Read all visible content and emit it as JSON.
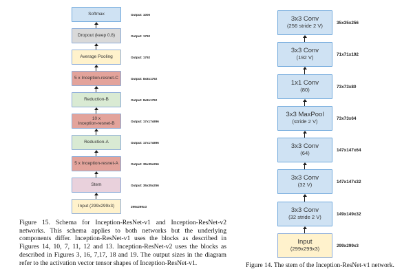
{
  "colors": {
    "blue": {
      "fill": "#CFE2F3",
      "border": "#6FA8DC"
    },
    "gray": {
      "fill": "#D9D9D9",
      "border": "#8CACD8"
    },
    "yellow": {
      "fill": "#FFF2CC",
      "border": "#8CACD8"
    },
    "pink": {
      "fill": "#E3A39B",
      "border": "#8CACD8"
    },
    "green": {
      "fill": "#D9EAD3",
      "border": "#8CACD8"
    },
    "lavender": {
      "fill": "#E9D1DC",
      "border": "#8CACD8"
    }
  },
  "figure15": {
    "blocks": [
      {
        "label": "Softmax",
        "output": "Output: 1000",
        "color": "blue"
      },
      {
        "label": "Dropout (keep 0.8)",
        "output": "Output: 1792",
        "color": "gray"
      },
      {
        "label": "Average Pooling",
        "output": "Output: 1792",
        "color": "yellow"
      },
      {
        "label": "5 x Inception-resnet-C",
        "output": "Output: 8x8x1792",
        "color": "pink"
      },
      {
        "label": "Reduction-B",
        "output": "Output: 8x8x1792",
        "color": "green"
      },
      {
        "label": "10 x\nInception-resnet-B",
        "output": "Output: 17x17x896",
        "color": "pink"
      },
      {
        "label": "Reduction-A",
        "output": "Output: 17x17x896",
        "color": "green"
      },
      {
        "label": "5 x Inception-resnet-A",
        "output": "Output: 35x35x256",
        "color": "pink"
      },
      {
        "label": "Stem",
        "output": "Output: 35x35x256",
        "color": "lavender"
      },
      {
        "label": "Input (299x299x3)",
        "output": "299x299x3",
        "color": "yellow"
      }
    ],
    "caption": "Figure 15.  Schema for Inception-ResNet-v1 and Inception-ResNet-v2 networks.  This schema applies to both networks but the underlying components differ.  Inception-ResNet-v1 uses the blocks as described in Figures 14, 10, 7, 11, 12 and 13. Inception-ResNet-v2 uses the blocks as described in Figures 3, 16, 7,17, 18 and 19.  The output sizes in the diagram refer to the activation vector tensor shapes of Inception-ResNet-v1."
  },
  "figure14": {
    "blocks": [
      {
        "line1": "3x3 Conv",
        "line2": "(256 stride 2 V)",
        "output": "35x35x256",
        "color": "blue"
      },
      {
        "line1": "3x3 Conv",
        "line2": "(192 V)",
        "output": "71x71x192",
        "color": "blue"
      },
      {
        "line1": "1x1 Conv",
        "line2": "(80)",
        "output": "73x73x80",
        "color": "blue"
      },
      {
        "line1": "3x3 MaxPool",
        "line2": "(stride 2 V)",
        "output": "73x73x64",
        "color": "blue"
      },
      {
        "line1": "3x3 Conv",
        "line2": "(64)",
        "output": "147x147x64",
        "color": "blue"
      },
      {
        "line1": "3x3 Conv",
        "line2": "(32 V)",
        "output": "147x147x32",
        "color": "blue"
      },
      {
        "line1": "3x3 Conv",
        "line2": "(32 stride 2 V)",
        "output": "149x149x32",
        "color": "blue"
      },
      {
        "line1": "Input",
        "line2": "(299x299x3)",
        "output": "299x299x3",
        "color": "yellow"
      }
    ],
    "caption": "Figure 14. The stem of the Inception-ResNet-v1 network."
  }
}
